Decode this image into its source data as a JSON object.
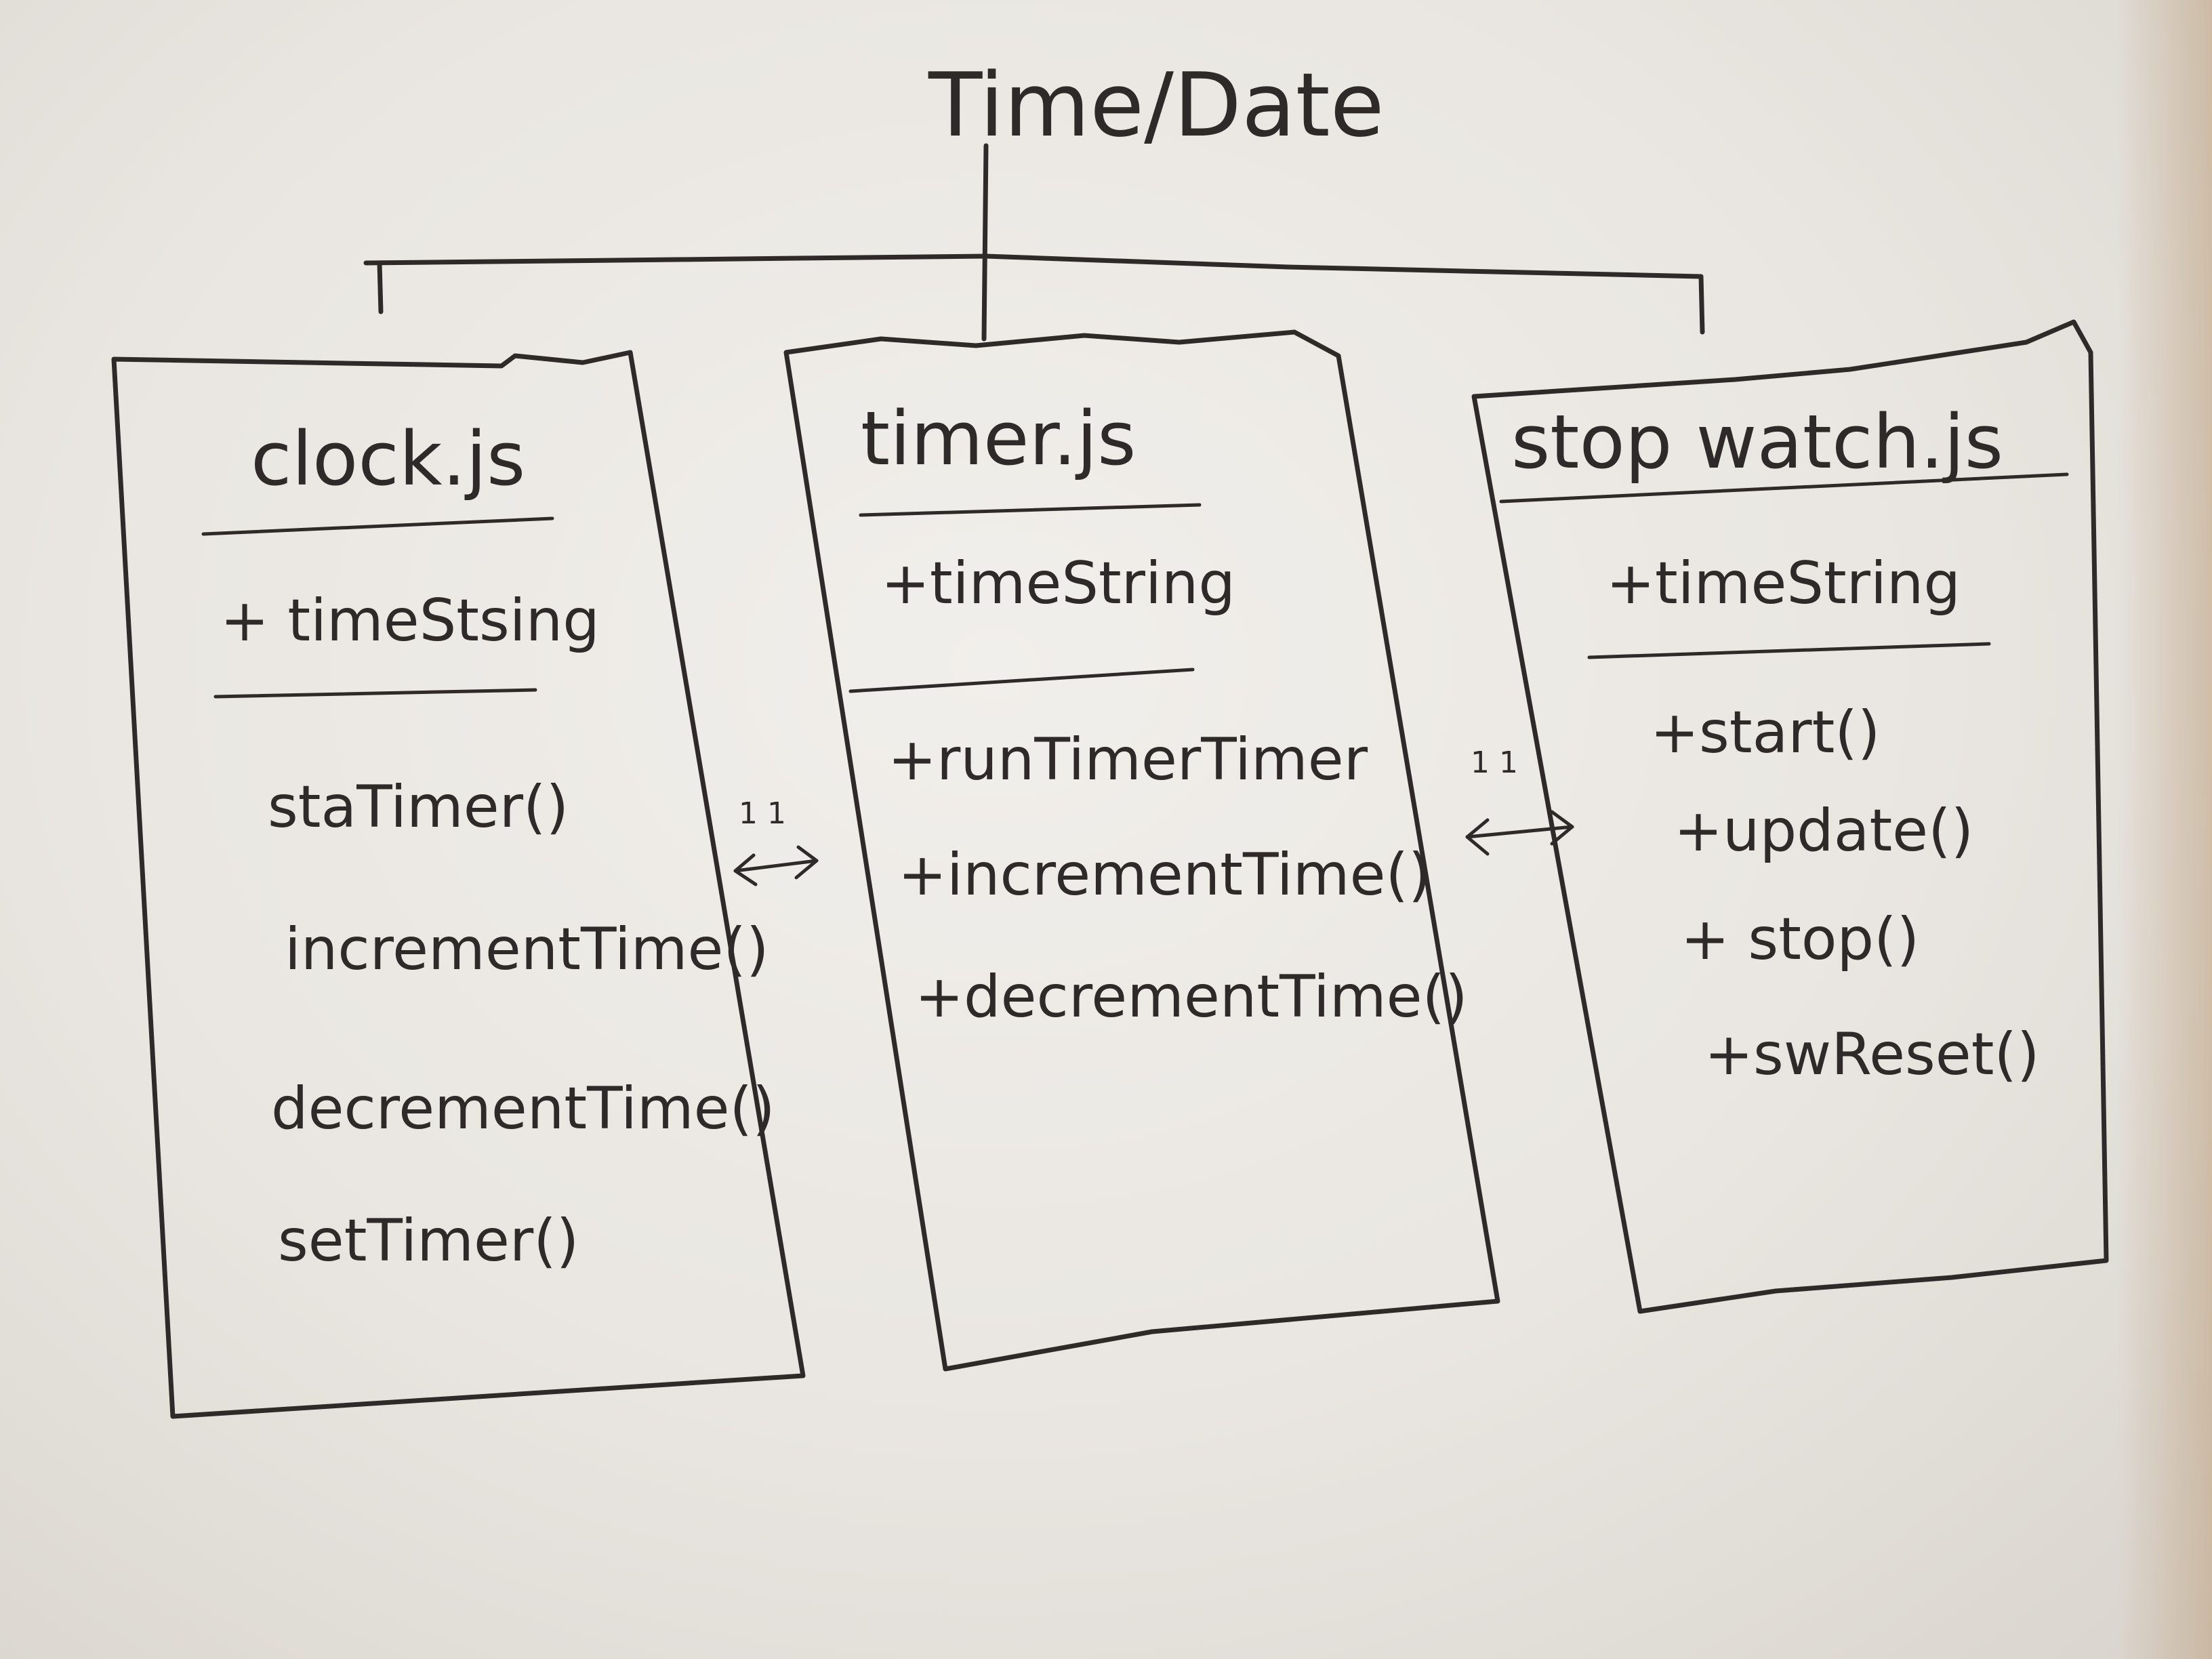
{
  "root": {
    "title": "Time/Date"
  },
  "classes": [
    {
      "name": "clock.js",
      "attributes": [
        "+ timeStsing"
      ],
      "methods": [
        "staTimer()",
        "incrementTime()",
        "decrementTime()",
        "setTimer()"
      ]
    },
    {
      "name": "timer.js",
      "attributes": [
        "+timeString"
      ],
      "methods": [
        "+runTimerTimer",
        "+incrementTime()",
        "+decrementTime()"
      ]
    },
    {
      "name": "stop watch.js",
      "attributes": [
        "+timeString"
      ],
      "methods": [
        "+start()",
        "+update()",
        "+ stop()",
        "+swReset()"
      ]
    }
  ],
  "associations": [
    {
      "label": "1 1"
    },
    {
      "label": "1 1"
    }
  ]
}
